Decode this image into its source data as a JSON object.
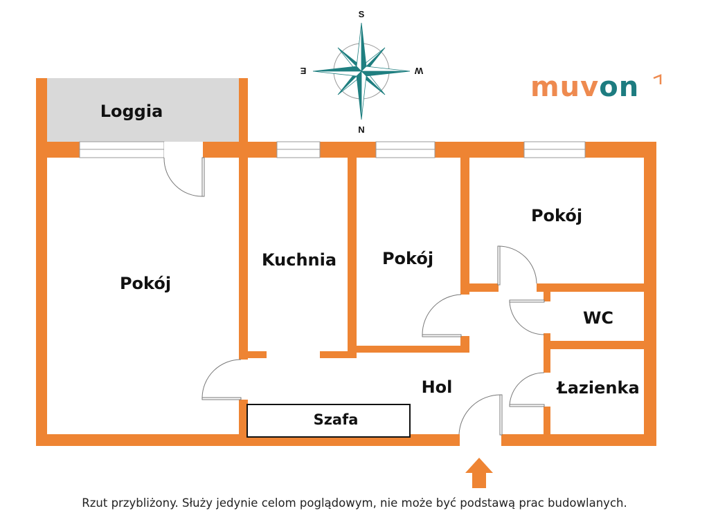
{
  "rooms": {
    "loggia": "Loggia",
    "pokoj_left": "Pokój",
    "kuchnia": "Kuchnia",
    "pokoj_middle": "Pokój",
    "pokoj_right": "Pokój",
    "wc": "WC",
    "hol": "Hol",
    "lazienka": "Łazienka",
    "szafa": "Szafa"
  },
  "compass": {
    "north": "N",
    "south": "S",
    "east": "E",
    "west": "W"
  },
  "logo": {
    "part1": "muv",
    "part2": "on",
    "color1": "#ee8a4f",
    "color2": "#1d7c80"
  },
  "colors": {
    "wall": "#ee8433",
    "loggia": "#d9d9d9",
    "compass": "#1f7f80"
  },
  "disclaimer": "Rzut przybliżony. Służy jedynie celom poglądowym, nie może być podstawą prac budowlanych."
}
